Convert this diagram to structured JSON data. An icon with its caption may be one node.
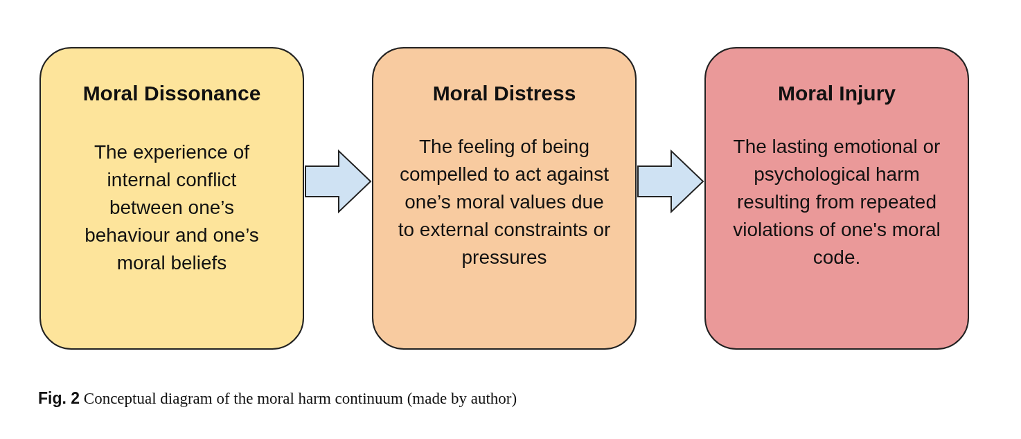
{
  "diagram": {
    "caption": "**Fig. 2** Conceptual diagram of the moral harm continuum (made by author)",
    "nodes": [
      {
        "text": [
          "Moral Dissonance",
          "The experience of internal conflict between one’s behaviour and one’s moral beliefs"
        ]
      },
      {
        "text": [
          "Moral Distress",
          "The feeling of being compelled to act against one’s moral values due to external constraints or pressures"
        ]
      },
      {
        "text": [
          "Moral Injury",
          "The lasting emotional or psychological harm resulting from repeated violations of one's moral code."
        ]
      }
    ],
    "edges": [
      {
        "from": 0,
        "to": 1,
        "arrow": "to"
      },
      {
        "from": 1,
        "to": 2,
        "arrow": "to"
      }
    ]
  }
}
